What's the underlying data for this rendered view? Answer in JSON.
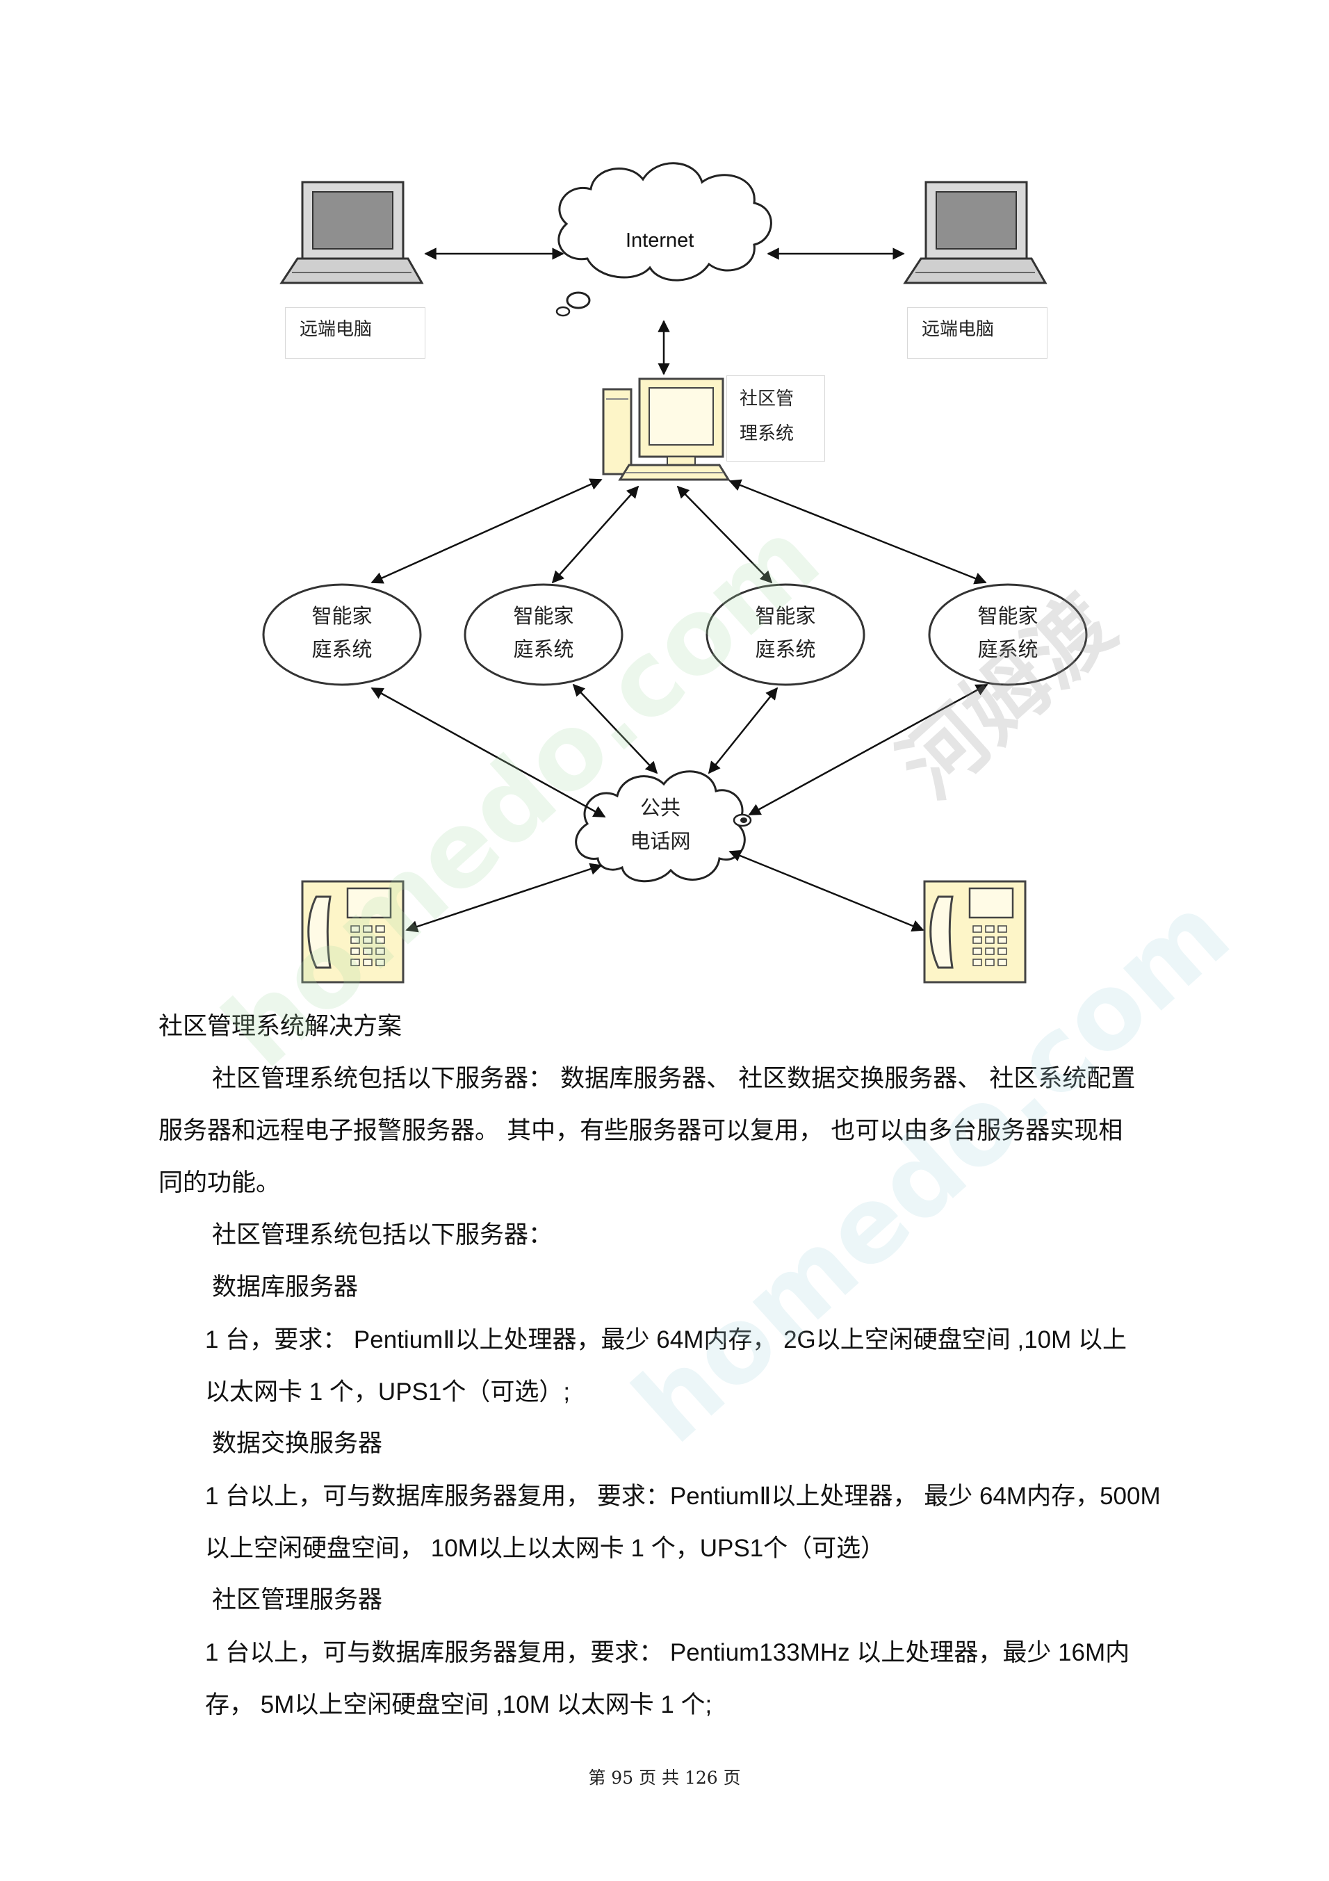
{
  "diagram": {
    "internet_label": "Internet",
    "remote_pc_left_label": "远端电脑",
    "remote_pc_right_label": "远端电脑",
    "mgmt_label_line1": "社区管",
    "mgmt_label_line2": "理系统",
    "home_nodes": [
      {
        "line1": "智能家",
        "line2": "庭系统"
      },
      {
        "line1": "智能家",
        "line2": "庭系统"
      },
      {
        "line1": "智能家",
        "line2": "庭系统"
      },
      {
        "line1": "智能家",
        "line2": "庭系统"
      }
    ],
    "pstn_line1": "公共",
    "pstn_line2": "电话网"
  },
  "content": {
    "section_title": "社区管理系统解决方案",
    "intro_line1": "社区管理系统包括以下服务器：   数据库服务器、 社区数据交换服务器、  社区系统配置",
    "intro_line2": "服务器和远程电子报警服务器。   其中，有些服务器可以复用，   也可以由多台服务器实现相",
    "intro_line3": "同的功能。",
    "list_intro": "社区管理系统包括以下服务器：",
    "db_server_title": "数据库服务器",
    "db_server_line1": "1 台，要求：  PentiumⅡ以上处理器，最少   64M内存，  2G以上空闲硬盘空间  ,10M 以上",
    "db_server_line2": "以太网卡  1 个，UPS1个（可选）;",
    "exchange_server_title": "数据交换服务器",
    "exchange_server_line1": "1 台以上，可与数据库服务器复用，   要求：PentiumⅡ以上处理器，  最少 64M内存，500M",
    "exchange_server_line2": "以上空闲硬盘空间，   10M以上以太网卡   1 个，UPS1个（可选）",
    "mgmt_server_title": "社区管理服务器",
    "mgmt_server_line1": "1 台以上，可与数据库服务器复用，要求：     Pentium133MHz 以上处理器，最少    16M内",
    "mgmt_server_line2": "存，  5M以上空闲硬盘空间  ,10M 以太网卡   1 个;"
  },
  "footer": {
    "page_text": "第  95  页  共  126  页"
  },
  "watermarks": [
    "homedo.com",
    "homedo.com",
    "河姆渡"
  ]
}
